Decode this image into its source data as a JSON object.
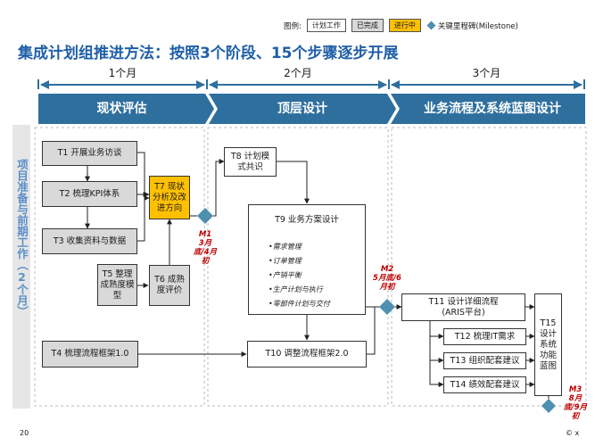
{
  "legend": {
    "label": "图例:",
    "plan": "计划工作",
    "done": "已完成",
    "doing": "进行中",
    "milestone": "关键里程碑(Milestone)"
  },
  "title": "集成计划组推进方法：按照3个阶段、15个步骤逐步开展",
  "months": [
    "1个月",
    "2个月",
    "3个月"
  ],
  "phases": [
    "现状评估",
    "顶层设计",
    "业务流程及系统蓝图设计"
  ],
  "side_label": "项目准备与前期工作（2个月）",
  "tasks": {
    "t1": "T1 开展业务访谈",
    "t2": "T2 梳理KPI体系",
    "t3": "T3 收集资料与数据",
    "t4": "T4 梳理流程框架1.0",
    "t5": "T5 整理成熟度模型",
    "t6": "T6 成熟度评价",
    "t7": "T7 现状分析及改进方向",
    "t8": "T8 计划模式共识",
    "t9": "T9 业务方案设计",
    "t10": "T10 调整流程框架2.0",
    "t11": "T11 设计详细流程(ARIS平台)",
    "t12": "T12 梳理IT需求",
    "t13": "T13 组织配套建议",
    "t14": "T14 绩效配套建议",
    "t15": "T15 设计系统功能蓝图"
  },
  "t9_items": [
    "•需求管理",
    "•订单管理",
    "•产销平衡",
    "•生产计划与执行",
    "•零部件计划与交付"
  ],
  "milestones": {
    "m1": {
      "name": "M1",
      "date": "3月底/4月初"
    },
    "m2": {
      "name": "M2",
      "date": "5月底/6月初"
    },
    "m3": {
      "name": "M3",
      "date": "8月底/9月初"
    }
  },
  "colors": {
    "title": "#1f5fa8",
    "chevron": "#2e6f9e",
    "milestone": "#4f8fb0",
    "in_progress": "#ffc000",
    "done": "#d9d9d9",
    "milestone_text": "#c00000"
  },
  "page_number": "20",
  "copyright": "© x"
}
